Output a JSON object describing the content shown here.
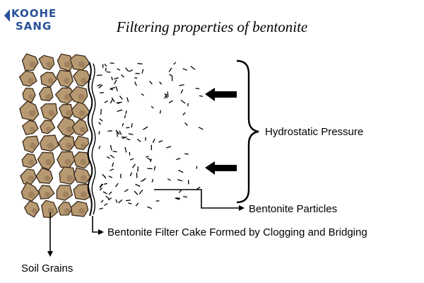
{
  "logo": {
    "line1": "KOOHE",
    "line2": "SANG",
    "brand_color": "#2a4f99"
  },
  "title": "Filtering properties of bentonite",
  "labels": {
    "hydrostatic_pressure": "Hydrostatic Pressure",
    "bentonite_particles": "Bentonite Particles",
    "filter_cake": "Bentonite Filter Cake Formed by Clogging and Bridging",
    "soil_grains": "Soil Grains"
  },
  "colors": {
    "grain_fill": "#b89a72",
    "grain_shade": "#8c7050",
    "ink": "#000000"
  },
  "icons": [
    "pressure-arrow-icon",
    "brace-icon"
  ]
}
